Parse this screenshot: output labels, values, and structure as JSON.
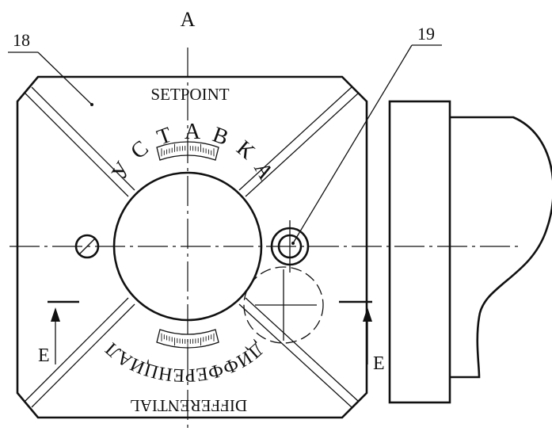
{
  "view_label": "A",
  "callouts": {
    "left": "18",
    "right": "19"
  },
  "top_text": {
    "english": "SETPOINT",
    "russian_letters": [
      "У",
      "С",
      "Т",
      "А",
      "В",
      "К",
      "А"
    ]
  },
  "bottom_text": {
    "english": "DIFFERENTIAL",
    "russian": "ДИФФЕРЕНЦИАЛ"
  },
  "section_markers": {
    "left": "E",
    "right": "E"
  }
}
